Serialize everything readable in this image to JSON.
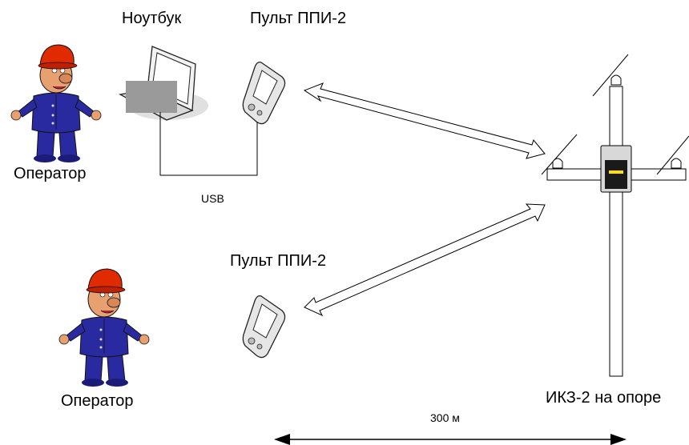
{
  "labels": {
    "laptop": "Ноутбук",
    "remote_top": "Пульт ППИ-2",
    "operator_top": "Оператор",
    "usb": "USB",
    "remote_bottom": "Пульт ППИ-2",
    "operator_bottom": "Оператор",
    "device_on_pole": "ИКЗ-2 на опоре",
    "distance": "300 м"
  },
  "icons": {
    "operator": "operator-figure-icon",
    "laptop": "laptop-icon",
    "remote": "remote-control-icon",
    "pole": "power-pole-icon",
    "device": "ikz-device-icon"
  },
  "colors": {
    "helmet": "#e02a00",
    "suit": "#2a2aa0",
    "skin": "#e8a070",
    "screen_gray": "#9a9a9a",
    "device_indicator": "#ffe000"
  }
}
